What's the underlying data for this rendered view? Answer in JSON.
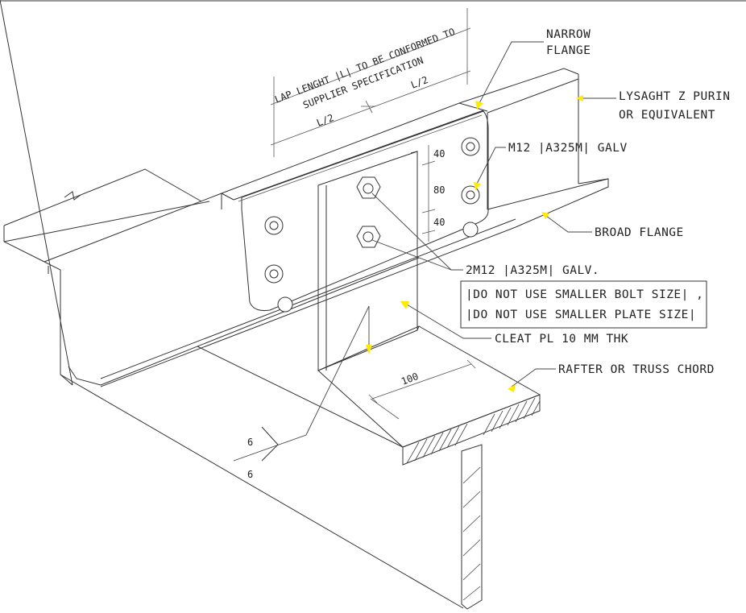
{
  "labels": {
    "narrow_flange": [
      "NARROW",
      "FLANGE"
    ],
    "purlin": [
      "LYSAGHT Z PURIN",
      "OR EQUIVALENT"
    ],
    "bolt": "M12 |A325M| GALV",
    "broad_flange": "BROAD FLANGE",
    "bolt_pair": "2M12 |A325M| GALV.",
    "note_lines": [
      "|DO NOT USE SMALLER BOLT SIZE| ,",
      "|DO NOT USE SMALLER PLATE SIZE|"
    ],
    "cleat": "CLEAT PL 10 MM THK",
    "rafter": "RAFTER OR TRUSS CHORD"
  },
  "dimensions": {
    "lap_note": [
      "LAP LENGHT |L| TO BE CONFORMED TO",
      "SUPPLIER SPECIFICATION"
    ],
    "half_left": "L/2",
    "half_right": "L/2",
    "spacing_top": "40",
    "spacing_mid": "80",
    "spacing_bottom": "40",
    "cleat_width": "100",
    "weld_top": "6",
    "weld_bottom": "6"
  },
  "colors": {
    "arrow": "#ffea00",
    "line": "#333333"
  }
}
